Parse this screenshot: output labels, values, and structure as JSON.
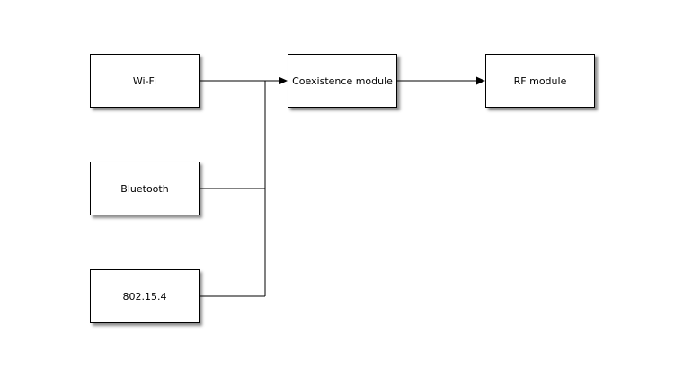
{
  "diagram": {
    "type": "block-diagram",
    "nodes": [
      {
        "id": "wifi",
        "label": "Wi-Fi"
      },
      {
        "id": "bluetooth",
        "label": "Bluetooth"
      },
      {
        "id": "802154",
        "label": "802.15.4"
      },
      {
        "id": "coexistence",
        "label": "Coexistence module"
      },
      {
        "id": "rf",
        "label": "RF module"
      }
    ],
    "edges": [
      {
        "from": "wifi",
        "to": "coexistence",
        "arrow": true
      },
      {
        "from": "bluetooth",
        "to": "coexistence",
        "arrow": true,
        "via": "shared vertical bus"
      },
      {
        "from": "802154",
        "to": "coexistence",
        "arrow": true,
        "via": "shared vertical bus"
      },
      {
        "from": "coexistence",
        "to": "rf",
        "arrow": true
      }
    ],
    "colors": {
      "background": "#ffffff",
      "node_fill": "#ffffff",
      "node_border": "#000000",
      "connector": "#000000",
      "text": "#000000"
    }
  }
}
